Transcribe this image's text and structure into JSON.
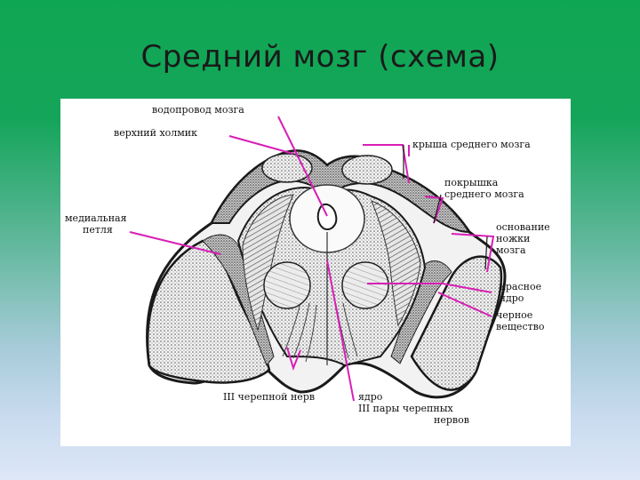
{
  "slide": {
    "title": "Средний мозг (схема)"
  },
  "diagram": {
    "labels": {
      "aqueduct": "водопровод мозга",
      "superior_colliculus": "верхний холмик",
      "tectum": "крыша среднего мозга",
      "tegmentum_1": "покрышка",
      "tegmentum_2": "среднего мозга",
      "medial_lemniscus_1": "медиальная",
      "medial_lemniscus_2": "петля",
      "basis_1": "основание",
      "basis_2": "ножки",
      "basis_3": "мозга",
      "red_nucleus_1": "красное",
      "red_nucleus_2": "ядро",
      "substantia_nigra_1": "черное",
      "substantia_nigra_2": "вещество",
      "cranial_nerve_3": "III черепной нерв",
      "nucleus_1": "ядро",
      "nucleus_2": "III пары черепных",
      "nucleus_3": "нервов"
    },
    "colors": {
      "pointer_lines": "#d81fb5",
      "ink": "#1a1a1a"
    }
  }
}
